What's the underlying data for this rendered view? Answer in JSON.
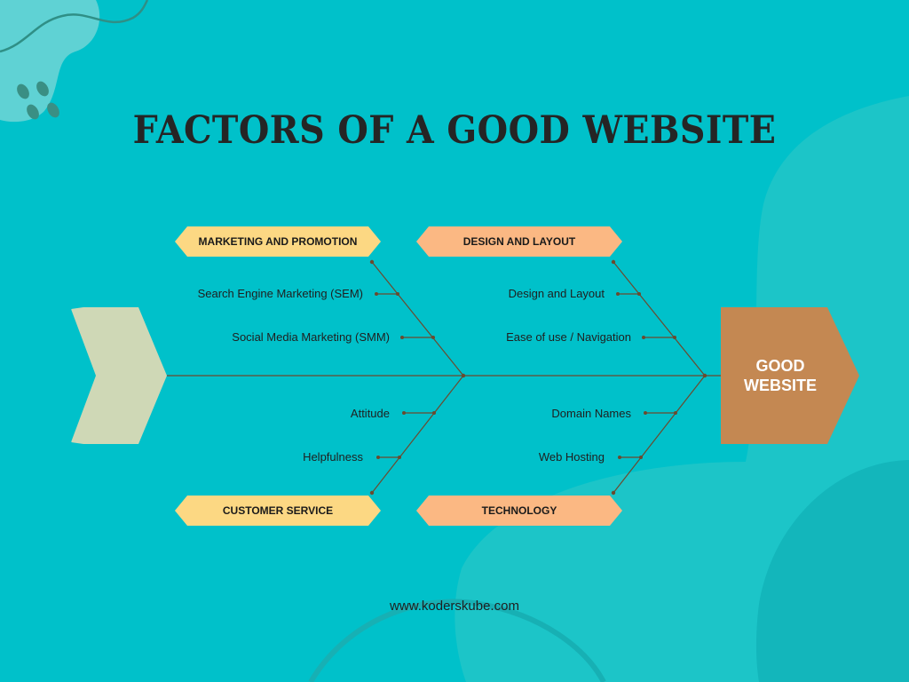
{
  "title": "FACTORS OF A GOOD WEBSITE",
  "head": {
    "line1": "GOOD",
    "line2": "WEBSITE"
  },
  "categories": {
    "marketing": "MARKETING AND PROMOTION",
    "design": "DESIGN AND LAYOUT",
    "customer": "CUSTOMER SERVICE",
    "technology": "TECHNOLOGY"
  },
  "factors": {
    "sem": "Search Engine Marketing (SEM)",
    "smm": "Social Media Marketing (SMM)",
    "design_layout": "Design and Layout",
    "ease": "Ease of use / Navigation",
    "attitude": "Attitude",
    "helpfulness": "Helpfulness",
    "domain": "Domain Names",
    "hosting": "Web Hosting"
  },
  "footer": "www.koderskube.com",
  "colors": {
    "background": "#00c1ca",
    "category_yellow": "#fcd883",
    "category_orange": "#fbb883",
    "head": "#c48852",
    "tail": "#cfd8b6",
    "line": "#6b4a2e"
  }
}
